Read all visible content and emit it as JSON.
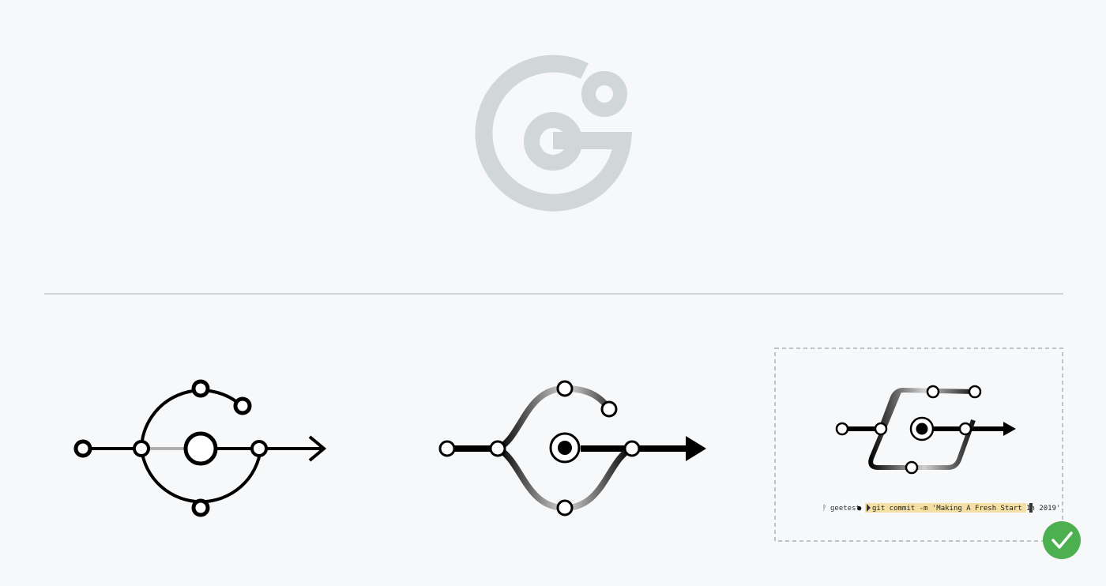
{
  "logo": {
    "icon": "geetest-g-logo",
    "color": "#d1d7d6"
  },
  "divider": {
    "color": "#d0d4d8"
  },
  "concepts": [
    {
      "id": "circular-branch-concept",
      "icon": "circle-branch-arrow-icon"
    },
    {
      "id": "gradient-branch-concept",
      "icon": "split-merge-branch-icon"
    },
    {
      "id": "chosen-branch-concept",
      "icon": "parallelogram-branch-icon",
      "selected": true
    }
  ],
  "terminal_prompt": {
    "branch_glyph": "ᚹ",
    "directory": "geetest",
    "status_dot": "●",
    "command": "git commit -m 'Making A Fresh Start In 2019'",
    "highlight_color": "#f5e0a3"
  },
  "selection_badge": {
    "icon": "check-icon",
    "color": "#4caf50"
  }
}
